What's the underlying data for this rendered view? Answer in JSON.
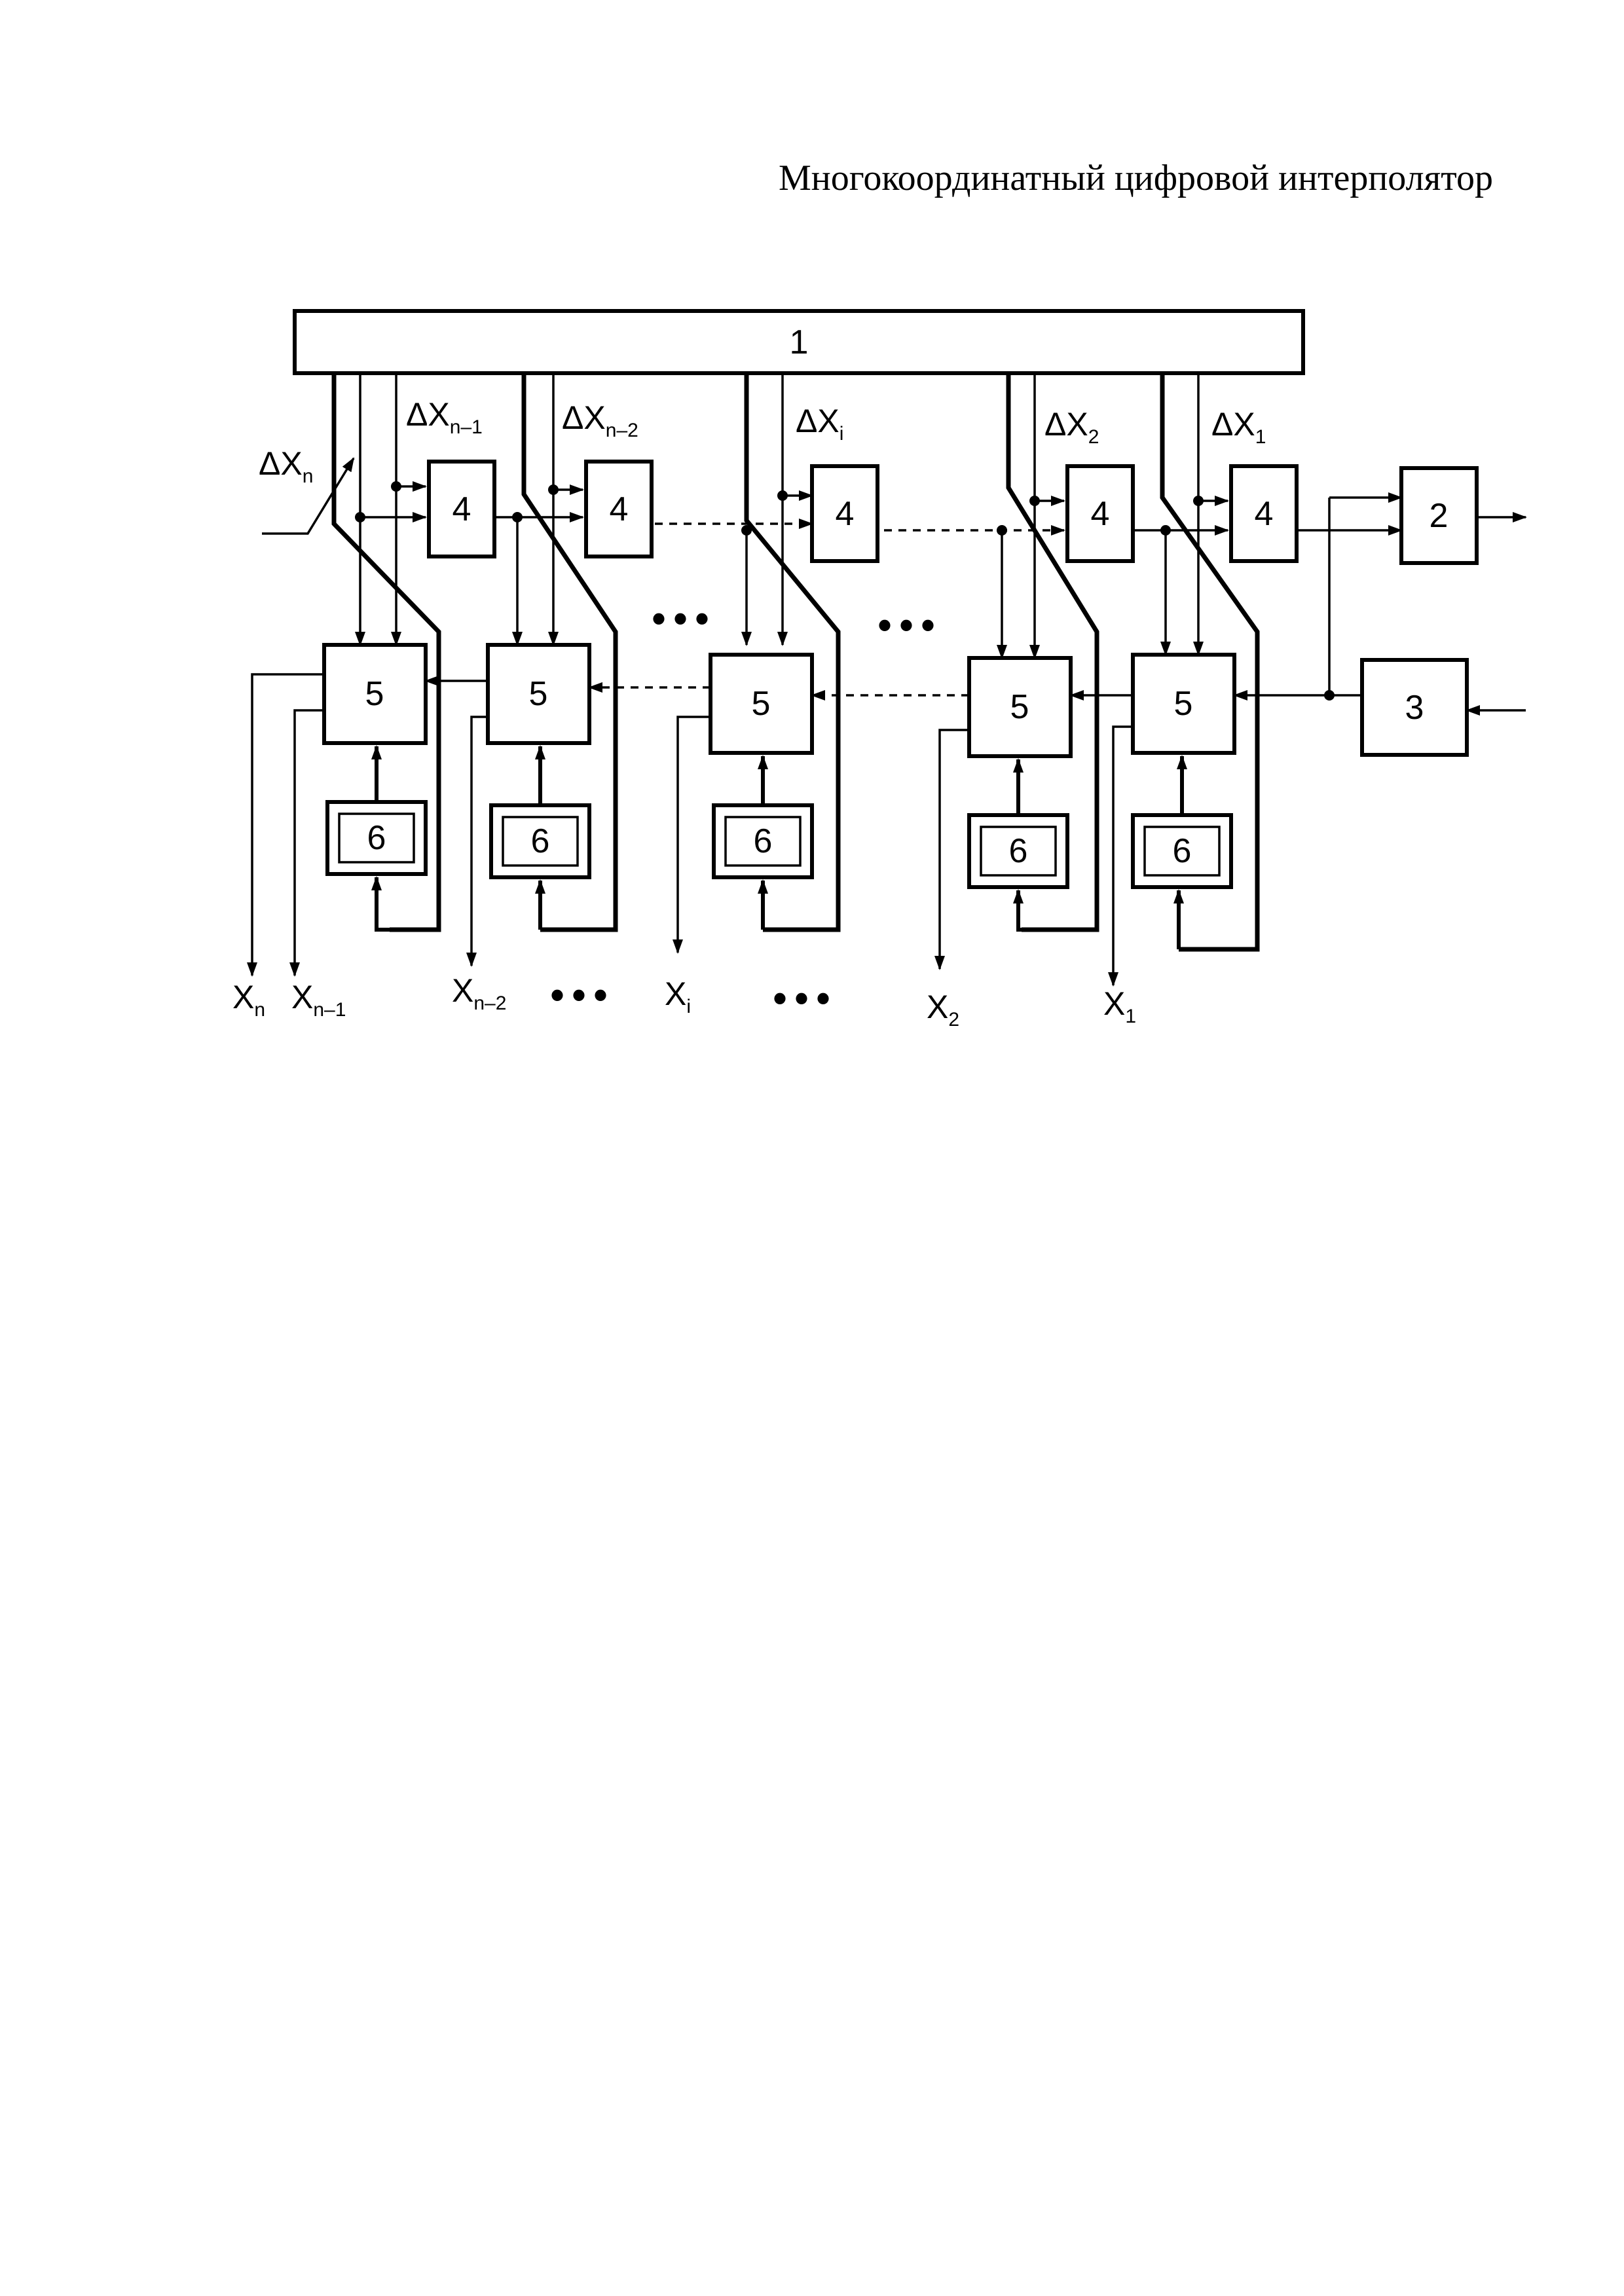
{
  "title": "Многокоординатный цифровой интерполятор",
  "blocks": {
    "b1": "1",
    "b2": "2",
    "b3": "3",
    "b4": "4",
    "b5": "5",
    "b6": "6"
  },
  "signals": {
    "delta": "Δ",
    "x": "X",
    "sub_n": "n",
    "sub_n1": "n–1",
    "sub_n2": "n–2",
    "sub_i": "i",
    "sub_2": "2",
    "sub_1": "1"
  },
  "ellipsis": "•••"
}
